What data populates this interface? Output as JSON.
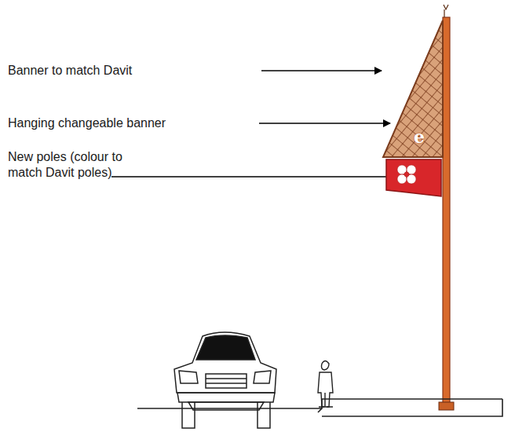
{
  "diagram": {
    "labels": [
      "Banner to match Davit",
      "Hanging changeable banner",
      "New poles (colour to match Davit poles)",
      "e"
    ]
  }
}
